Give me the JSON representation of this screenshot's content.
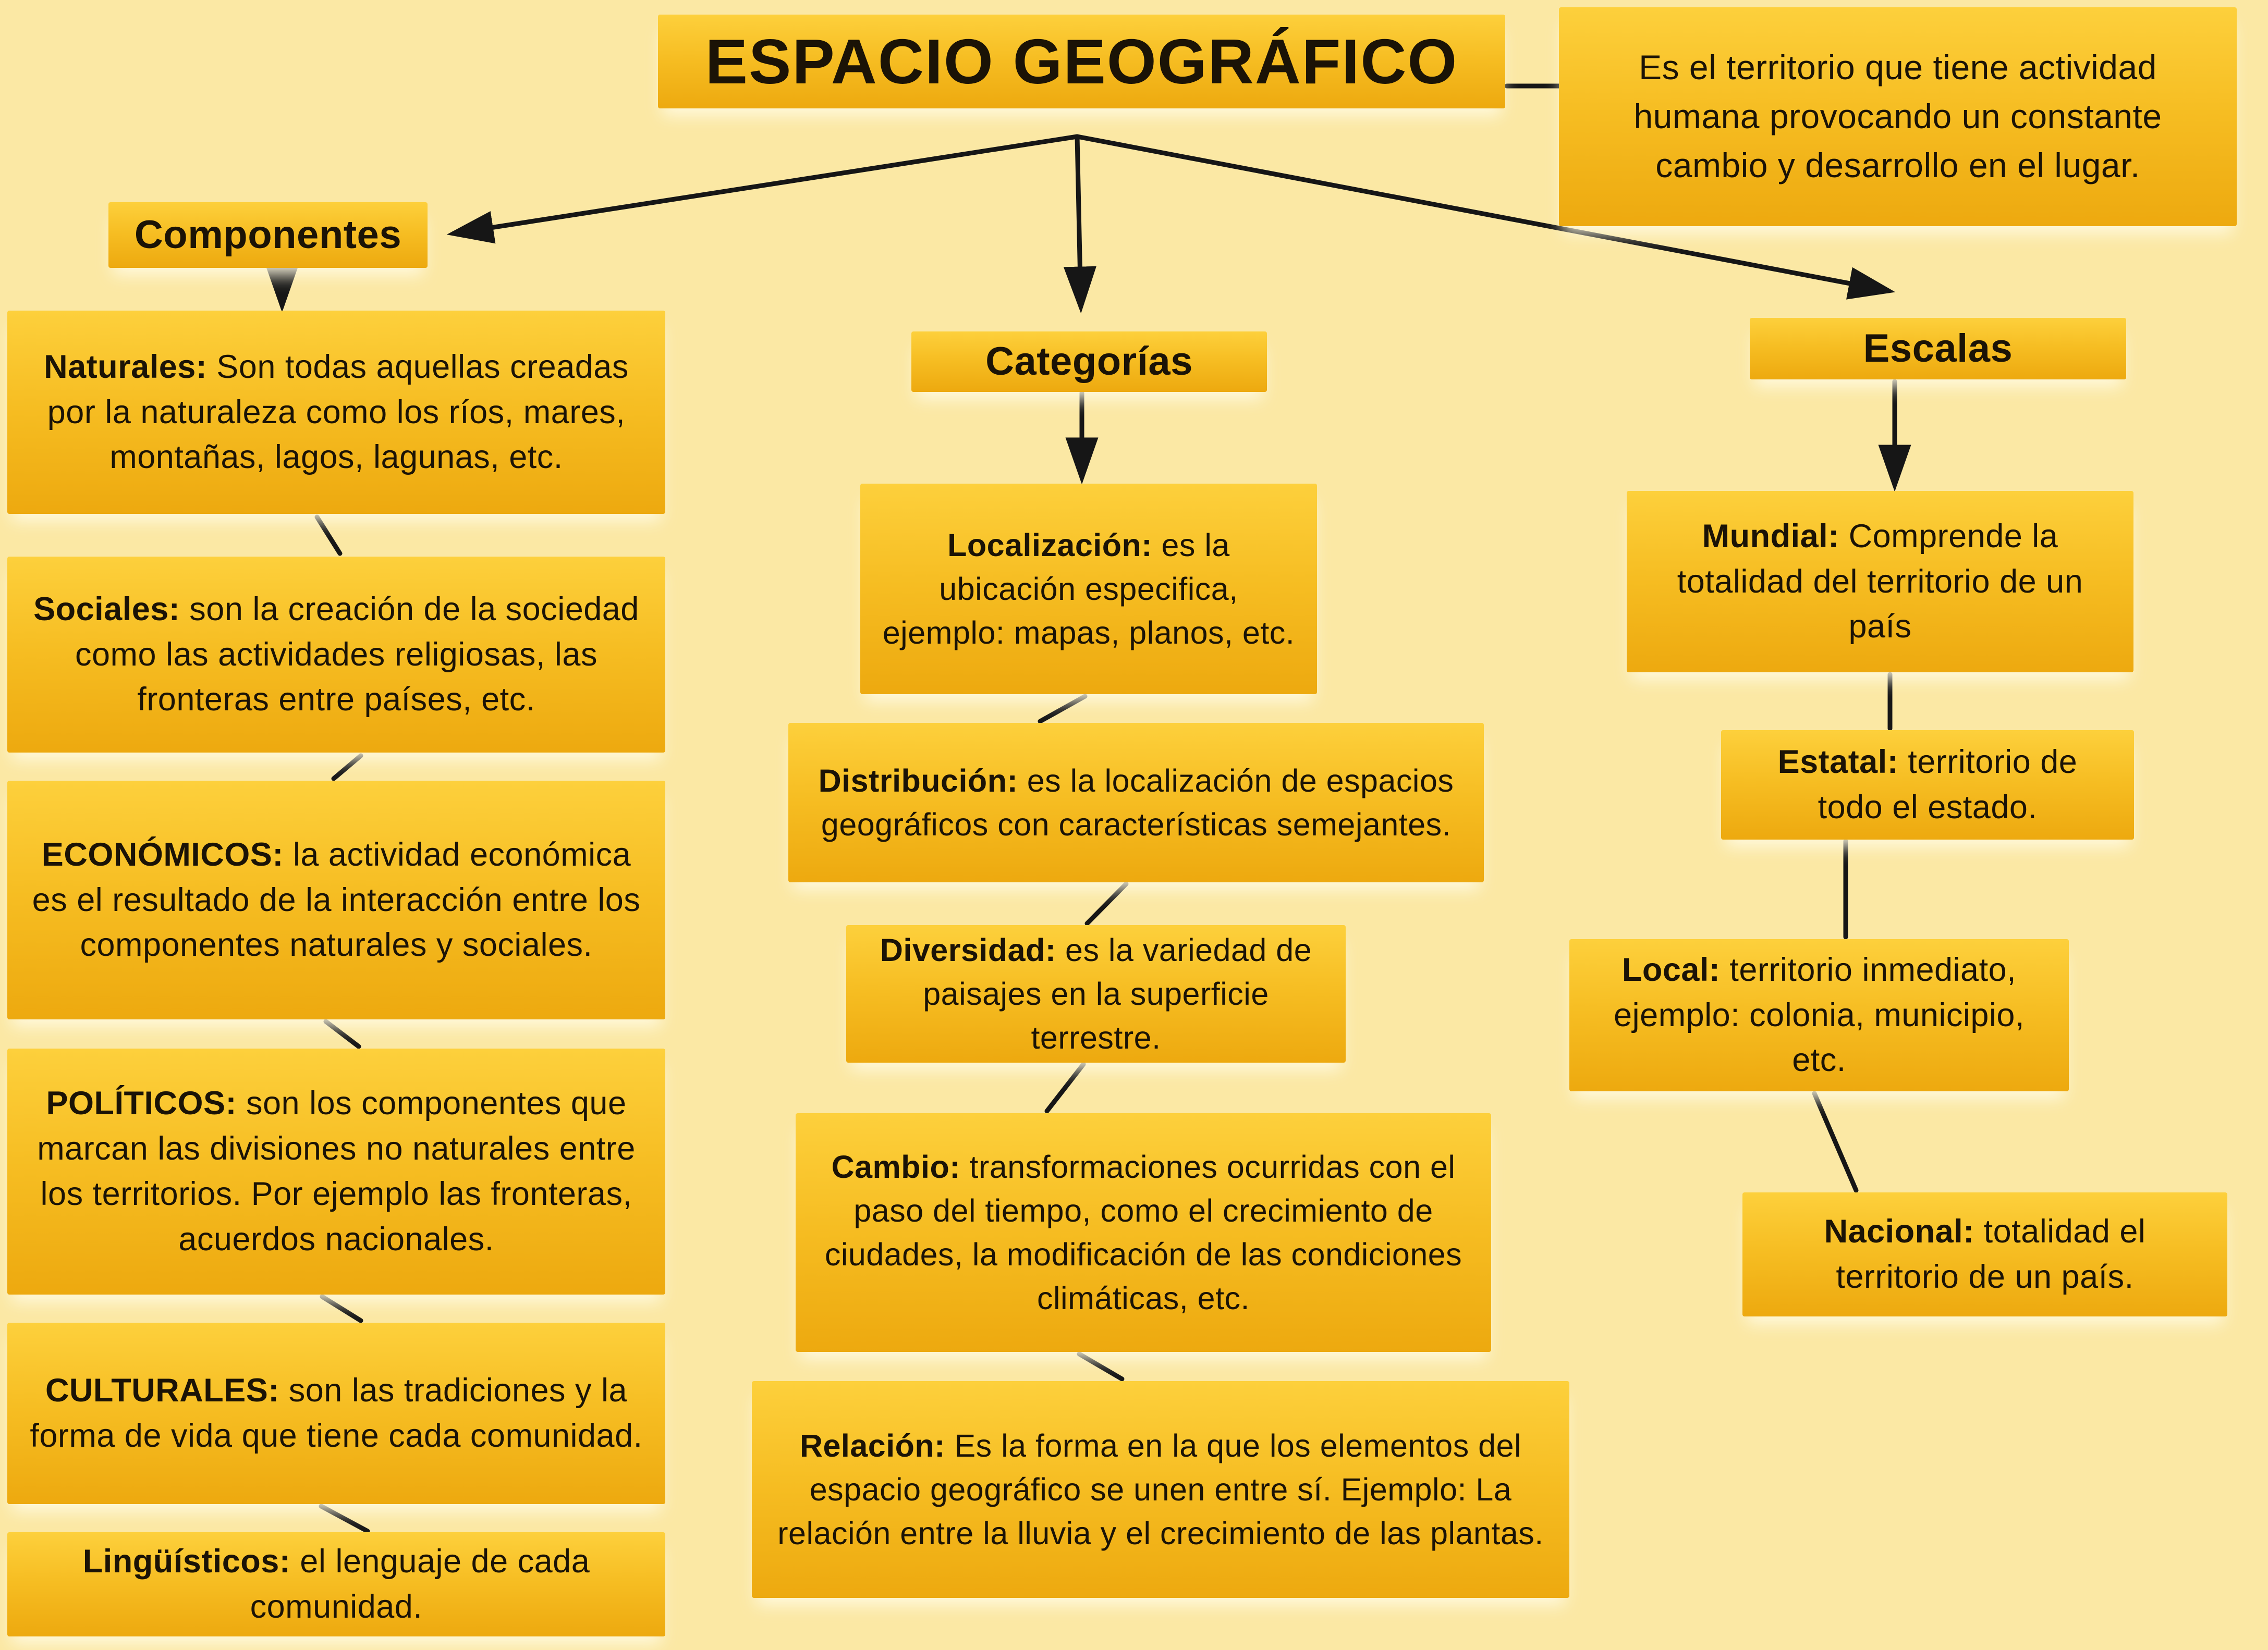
{
  "title": "ESPACIO GEOGRÁFICO",
  "definition": "Es el territorio que tiene actividad humana provocando un constante cambio y desarrollo en el lugar.",
  "colors": {
    "background": "#fbe8a4",
    "box_gold": "#f6bd22",
    "text": "#1b1306",
    "connector": "#161616"
  },
  "branches": {
    "componentes": {
      "label": "Componentes",
      "items": [
        {
          "term": "Naturales:",
          "text": "Son todas aquellas creadas por la naturaleza como los ríos, mares, montañas, lagos, lagunas, etc."
        },
        {
          "term": "Sociales:",
          "text": "son la creación de la sociedad como las actividades religiosas, las fronteras entre países, etc."
        },
        {
          "term": "ECONÓMICOS:",
          "text": "la actividad económica es el resultado de la interacción entre los componentes naturales y sociales."
        },
        {
          "term": "POLÍTICOS:",
          "text": "son los componentes que marcan las divisiones no naturales entre los territorios. Por ejemplo las fronteras, acuerdos nacionales."
        },
        {
          "term": "CULTURALES:",
          "text": "son las tradiciones y la forma de vida que tiene cada comunidad."
        },
        {
          "term": "Lingüísticos:",
          "text": "el lenguaje de cada comunidad."
        }
      ]
    },
    "categorias": {
      "label": "Categorías",
      "items": [
        {
          "term": "Localización:",
          "text": "es la ubicación especifica, ejemplo: mapas, planos, etc."
        },
        {
          "term": "Distribución:",
          "text": "es la localización de espacios geográficos con características semejantes."
        },
        {
          "term": "Diversidad:",
          "text": "es la variedad de paisajes en la superficie terrestre."
        },
        {
          "term": "Cambio:",
          "text": "transformaciones ocurridas con el paso del tiempo, como el crecimiento de ciudades, la modificación de las condiciones climáticas, etc."
        },
        {
          "term": "Relación:",
          "text": "Es la forma en la que los elementos del espacio geográfico se unen entre sí. Ejemplo: La relación entre la lluvia y el crecimiento de las plantas."
        }
      ]
    },
    "escalas": {
      "label": "Escalas",
      "items": [
        {
          "term": "Mundial:",
          "text": "Comprende la totalidad del territorio de un país"
        },
        {
          "term": "Estatal:",
          "text": "territorio de todo el estado."
        },
        {
          "term": "Local:",
          "text": "territorio inmediato, ejemplo: colonia, municipio, etc."
        },
        {
          "term": "Nacional:",
          "text": "totalidad el territorio de un país."
        }
      ]
    }
  }
}
